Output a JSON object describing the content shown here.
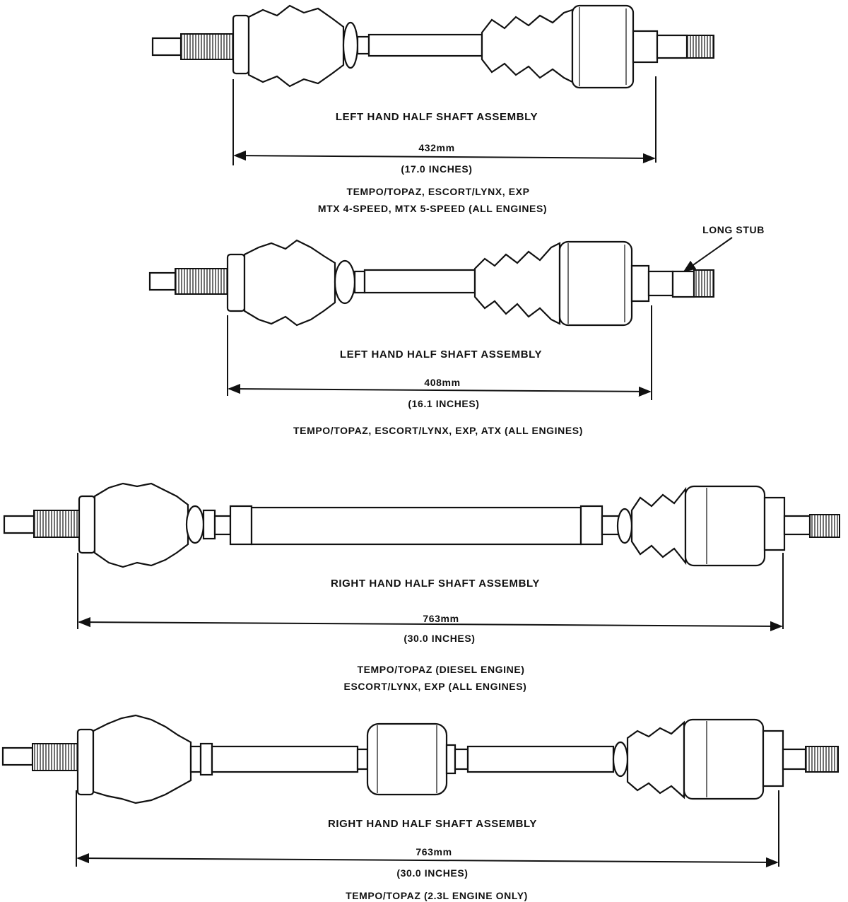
{
  "assemblies": [
    {
      "title": "LEFT HAND HALF SHAFT ASSEMBLY",
      "length_mm": "432mm",
      "length_in": "(17.0 INCHES)",
      "applications": [
        "TEMPO/TOPAZ, ESCORT/LYNX, EXP",
        "MTX 4-SPEED, MTX 5-SPEED (ALL ENGINES)"
      ]
    },
    {
      "title": "LEFT HAND HALF SHAFT ASSEMBLY",
      "length_mm": "408mm",
      "length_in": "(16.1 INCHES)",
      "callout": "LONG STUB",
      "applications": [
        "TEMPO/TOPAZ, ESCORT/LYNX, EXP, ATX (ALL ENGINES)"
      ]
    },
    {
      "title": "RIGHT HAND HALF SHAFT ASSEMBLY",
      "length_mm": "763mm",
      "length_in": "(30.0 INCHES)",
      "applications": [
        "TEMPO/TOPAZ (DIESEL ENGINE)",
        "ESCORT/LYNX, EXP (ALL ENGINES)"
      ]
    },
    {
      "title": "RIGHT HAND HALF SHAFT ASSEMBLY",
      "length_mm": "763mm",
      "length_in": "(30.0 INCHES)",
      "applications": [
        "TEMPO/TOPAZ (2.3L ENGINE ONLY)"
      ]
    }
  ]
}
